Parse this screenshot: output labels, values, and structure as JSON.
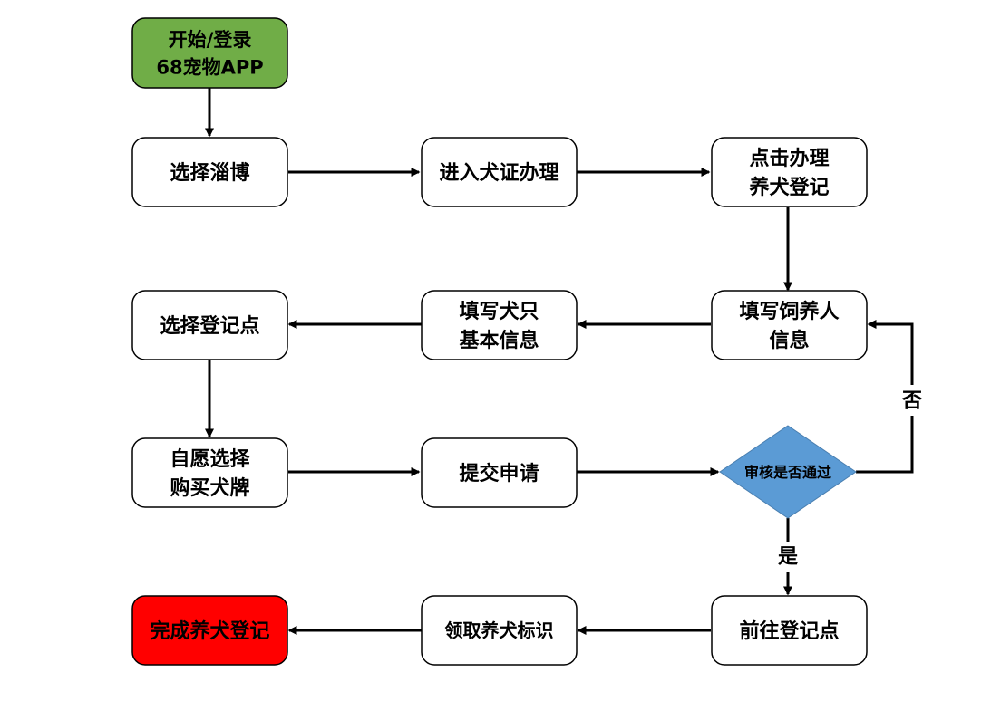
{
  "colors": {
    "start_fill": "#70AD47",
    "end_fill": "#FF0000",
    "decision_fill": "#5B9BD5",
    "box_fill": "#FFFFFF",
    "stroke": "#000000"
  },
  "nodes": {
    "start": {
      "lines": [
        "开始/登录",
        "68宠物APP"
      ]
    },
    "select_zibo": {
      "lines": [
        "选择淄博"
      ]
    },
    "enter_cert": {
      "lines": [
        "进入犬证办理"
      ]
    },
    "click_apply": {
      "lines": [
        "点击办理",
        "养犬登记"
      ]
    },
    "fill_owner": {
      "lines": [
        "填写饲养人",
        "信息"
      ]
    },
    "fill_dog": {
      "lines": [
        "填写犬只",
        "基本信息"
      ]
    },
    "select_point": {
      "lines": [
        "选择登记点"
      ]
    },
    "buy_tag": {
      "lines": [
        "自愿选择",
        "购买犬牌"
      ]
    },
    "submit": {
      "lines": [
        "提交申请"
      ]
    },
    "review": {
      "lines": [
        "审核是否通过"
      ]
    },
    "go_point": {
      "lines": [
        "前往登记点"
      ]
    },
    "get_id": {
      "lines": [
        "领取养犬标识"
      ]
    },
    "done": {
      "lines": [
        "完成养犬登记"
      ]
    }
  },
  "edge_labels": {
    "no": "否",
    "yes": "是"
  }
}
